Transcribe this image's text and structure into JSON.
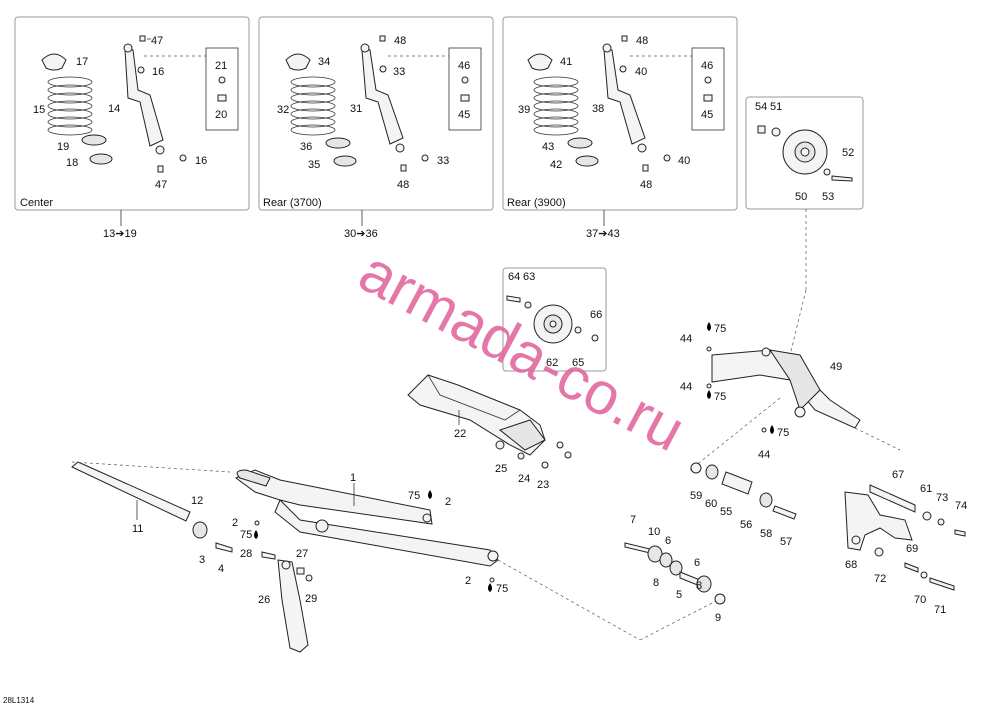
{
  "diagram_code": "28L1314",
  "watermark": "armada-co.ru",
  "panels": [
    {
      "id": "center",
      "caption": "Center",
      "range": "13➔19"
    },
    {
      "id": "rear3700",
      "caption": "Rear (3700)",
      "range": "30➔36"
    },
    {
      "id": "rear3900",
      "caption": "Rear (3900)",
      "range": "37➔43"
    }
  ],
  "callouts": {
    "c17": "17",
    "c15": "15",
    "c14": "14",
    "c19": "19",
    "c18": "18",
    "c47a": "47",
    "c16a": "16",
    "c21": "21",
    "c20": "20",
    "c16b": "16",
    "c47b": "47",
    "c34": "34",
    "c32": "32",
    "c31": "31",
    "c36": "36",
    "c35": "35",
    "c48a": "48",
    "c33a": "33",
    "c46a": "46",
    "c45a": "45",
    "c33b": "33",
    "c48b": "48",
    "c41": "41",
    "c39": "39",
    "c38": "38",
    "c43": "43",
    "c42": "42",
    "c48c": "48",
    "c40a": "40",
    "c46b": "46",
    "c45b": "45",
    "c40b": "40",
    "c48d": "48",
    "c54": "54",
    "c51": "51",
    "c52": "52",
    "c50": "50",
    "c53": "53",
    "c64": "64",
    "c63": "63",
    "c66": "66",
    "c62": "62",
    "c65": "65",
    "c22": "22",
    "c25": "25",
    "c24": "24",
    "c23": "23",
    "c44a": "44",
    "c75a": "75",
    "c49": "49",
    "c44b": "44",
    "c75b": "75",
    "c75c": "75",
    "c44c": "44",
    "c1": "1",
    "c75d": "75",
    "c2a": "2",
    "c12": "12",
    "c11": "11",
    "c2b": "2",
    "c75e": "75",
    "c3": "3",
    "c4": "4",
    "c28": "28",
    "c27": "27",
    "c29": "29",
    "c26": "26",
    "c2c": "2",
    "c75f": "75",
    "c7": "7",
    "c10": "10",
    "c6a": "6",
    "c8a": "8",
    "c6b": "6",
    "c8b": "8",
    "c5": "5",
    "c9": "9",
    "c59": "59",
    "c60": "60",
    "c55": "55",
    "c56": "56",
    "c58": "58",
    "c57": "57",
    "c67": "67",
    "c61": "61",
    "c73": "73",
    "c74": "74",
    "c69": "69",
    "c68": "68",
    "c72": "72",
    "c70": "70",
    "c71": "71"
  }
}
